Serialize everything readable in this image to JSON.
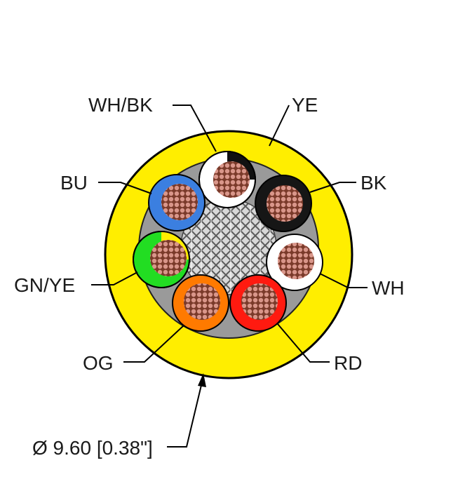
{
  "diagram": {
    "labels": {
      "wh_bk": "WH/BK",
      "ye": "YE",
      "bu": "BU",
      "bk": "BK",
      "gn_ye": "GN/YE",
      "wh": "WH",
      "og": "OG",
      "rd": "RD",
      "diameter": "Ø 9.60 [0.38\"]"
    },
    "colors": {
      "jacket": "#ffee00",
      "jacket_outline": "#000000",
      "filler": "#9a9a9a",
      "bu": "#3b7fe0",
      "bk": "#161616",
      "wh": "#ffffff",
      "og": "#ff7a00",
      "rd": "#ff1a10",
      "gn": "#22dd22",
      "ye": "#ffee00",
      "copper": "#c8806a"
    }
  }
}
